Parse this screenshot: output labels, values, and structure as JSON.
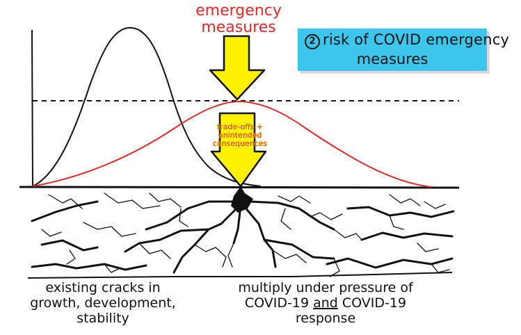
{
  "header": {
    "emergency_line1": "emergency",
    "emergency_line2": "measures"
  },
  "title_box": {
    "number": "2",
    "line1": "risk of COVID emergency",
    "line2": "measures"
  },
  "arrow_text": {
    "line1": "trade-offs +",
    "line2": "unintended",
    "line3": "consequences"
  },
  "bottom_left": {
    "line1": "existing cracks in",
    "line2": "growth, development,",
    "line3": "stability"
  },
  "bottom_right": {
    "line1": "multiply under pressure of",
    "line2_a": "COVID-19",
    "line2_and": "and",
    "line2_b": "COVID-19",
    "line3": "response"
  },
  "colors": {
    "accent_red": "#e02a2a",
    "arrow_yellow": "#fff200",
    "box_blue": "#3cc6ee",
    "ink": "#111111"
  }
}
